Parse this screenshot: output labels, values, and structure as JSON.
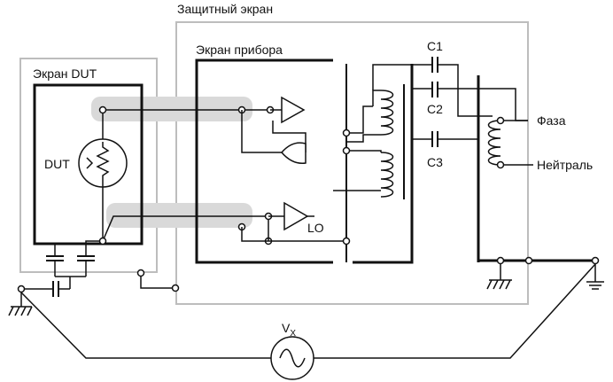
{
  "labels": {
    "outer_shield": "Защитный экран",
    "instrument_shield": "Экран прибора",
    "dut_shield": "Экран DUT",
    "dut": "DUT",
    "c1": "C1",
    "c2": "C2",
    "c3": "C3",
    "phase": "Фаза",
    "neutral": "Нейтраль",
    "lo": "LO",
    "vx_main": "V",
    "vx_sub": "X"
  },
  "colors": {
    "line": "#111111",
    "shield_box": "#bdbdbd",
    "guard_band": "#d9d9d9",
    "background": "#ffffff"
  }
}
